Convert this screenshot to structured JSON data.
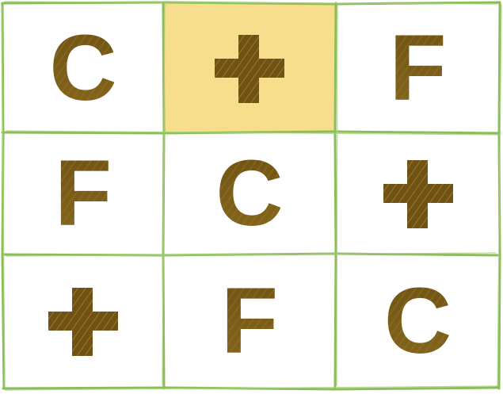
{
  "colors": {
    "grid_line": "#8bbd5a",
    "selected_cell": "#f7de8c",
    "symbol": "#7a5a14"
  },
  "grid": {
    "rows": 3,
    "cols": 3,
    "cells": [
      {
        "symbol": "C",
        "icon": "",
        "selected": false
      },
      {
        "symbol": "",
        "icon": "plus-icon",
        "selected": true
      },
      {
        "symbol": "F",
        "icon": "",
        "selected": false
      },
      {
        "symbol": "F",
        "icon": "",
        "selected": false
      },
      {
        "symbol": "C",
        "icon": "",
        "selected": false
      },
      {
        "symbol": "",
        "icon": "plus-icon",
        "selected": false
      },
      {
        "symbol": "",
        "icon": "plus-icon",
        "selected": false
      },
      {
        "symbol": "F",
        "icon": "",
        "selected": false
      },
      {
        "symbol": "C",
        "icon": "",
        "selected": false
      }
    ]
  }
}
